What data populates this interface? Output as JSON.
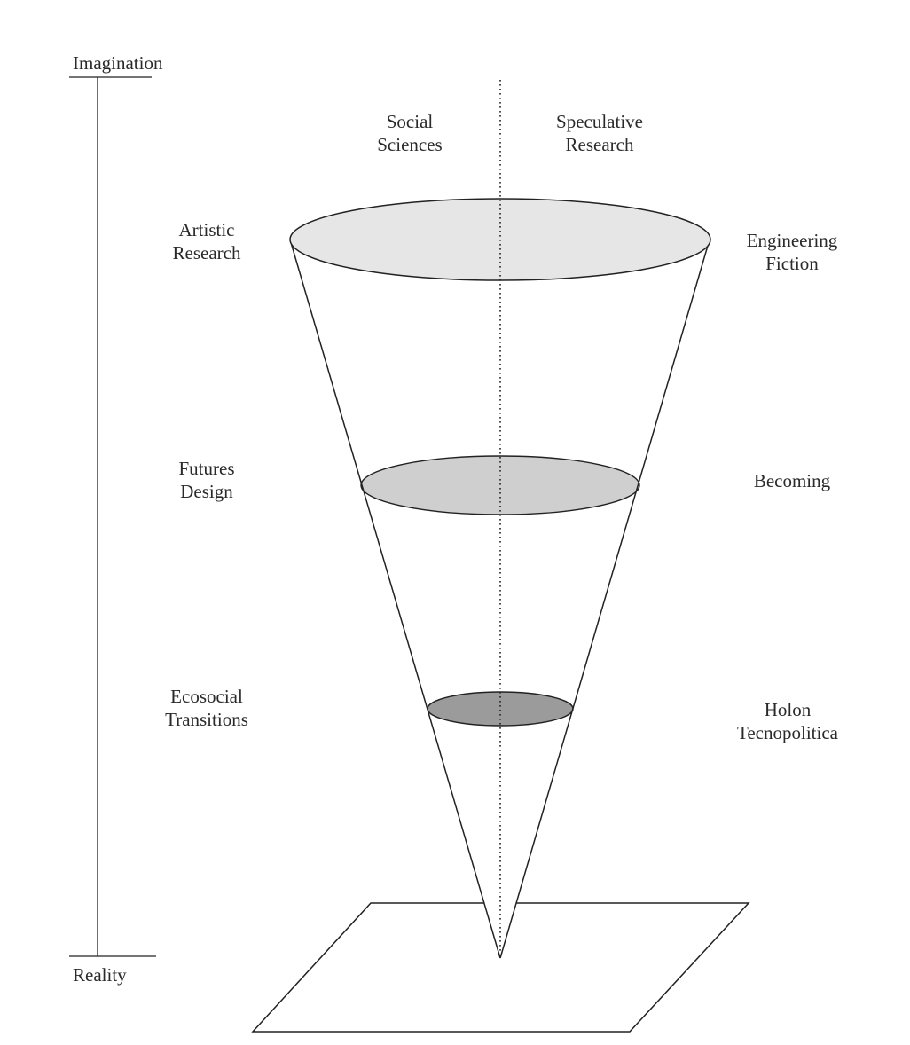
{
  "axis": {
    "top_label": "Imagination",
    "bottom_label": "Reality"
  },
  "columns": {
    "left": [
      "Social",
      "Sciences"
    ],
    "right": [
      "Speculative",
      "Research"
    ]
  },
  "levels": [
    {
      "left": [
        "Artistic",
        "Research"
      ],
      "right": [
        "Engineering",
        "Fiction"
      ],
      "fill": "#e6e6e6"
    },
    {
      "left": [
        "Futures",
        "Design"
      ],
      "right": [
        "Becoming"
      ],
      "fill": "#cfcfd0"
    },
    {
      "left": [
        "Ecosocial",
        "Transitions"
      ],
      "right": [
        "Holon",
        "Tecnopolitica"
      ],
      "fill": "#9b9b9b"
    }
  ],
  "colors": {
    "line": "#222222",
    "text": "#2a2a2a",
    "background": "#ffffff"
  }
}
